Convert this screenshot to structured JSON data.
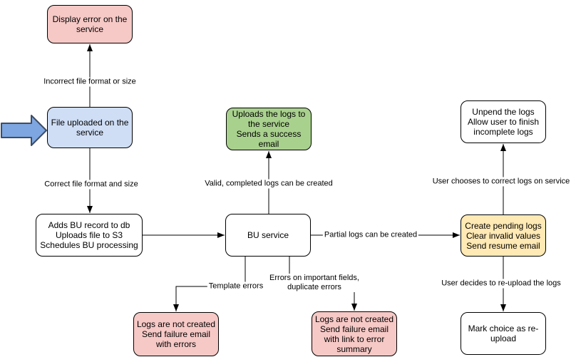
{
  "diagram": {
    "title": "",
    "nodes": [
      {
        "id": "display-error-on-service",
        "label": "Display error on the\nservice",
        "fill": "#f6c9c6"
      },
      {
        "id": "file-uploaded-on-service",
        "label": "File uploaded on the\nservice",
        "fill": "#cfdef5"
      },
      {
        "id": "adds-bu-record",
        "label": "Adds BU record to db\nUploads file to S3\nSchedules BU processing",
        "fill": "#ffffff"
      },
      {
        "id": "bu-service",
        "label": "BU service",
        "fill": "#ffffff"
      },
      {
        "id": "uploads-logs-success",
        "label": "Uploads the logs to\nthe service\nSends a success\nemail",
        "fill": "#a9d18e"
      },
      {
        "id": "unpend-logs",
        "label": "Unpend the logs\nAllow user to finish\nincomplete logs",
        "fill": "#ffffff"
      },
      {
        "id": "create-pending-logs",
        "label": "Create pending logs\nClear invalid values\nSend resume email",
        "fill": "#ffe9b4"
      },
      {
        "id": "mark-choice-reupload",
        "label": "Mark choice as re-\nupload",
        "fill": "#ffffff"
      },
      {
        "id": "logs-not-created-with-errors",
        "label": "Logs are not created\nSend failure email\nwith errors",
        "fill": "#f6c9c6"
      },
      {
        "id": "logs-not-created-error-summary",
        "label": "Logs are not created\nSend failure email\nwith link to error\nsummary",
        "fill": "#f6c9c6"
      }
    ],
    "edge_labels": [
      {
        "id": "incorrect-file-format",
        "text": "Incorrect file format or size"
      },
      {
        "id": "correct-file-format",
        "text": "Correct file format and size"
      },
      {
        "id": "valid-completed-logs",
        "text": "Valid, completed logs can be created"
      },
      {
        "id": "partial-logs",
        "text": "Partial logs can be created"
      },
      {
        "id": "template-errors",
        "text": "Template errors"
      },
      {
        "id": "errors-important-fields",
        "text": "Errors on important fields,\nduplicate errors"
      },
      {
        "id": "user-corrects-on-service",
        "text": "User chooses to correct logs on service"
      },
      {
        "id": "user-reuploads",
        "text": "User decides to re-upload the logs"
      }
    ],
    "colors": {
      "background": "#ffffff",
      "node_border": "#000000",
      "edge": "#000000",
      "pink_fill": "#f6c9c6",
      "blue_fill": "#cfdef5",
      "green_fill": "#a9d18e",
      "yellow_fill": "#ffe9b4",
      "white_fill": "#ffffff",
      "start_arrow_fill": "#7ea6e0",
      "start_arrow_border": "#3f4d63"
    }
  }
}
